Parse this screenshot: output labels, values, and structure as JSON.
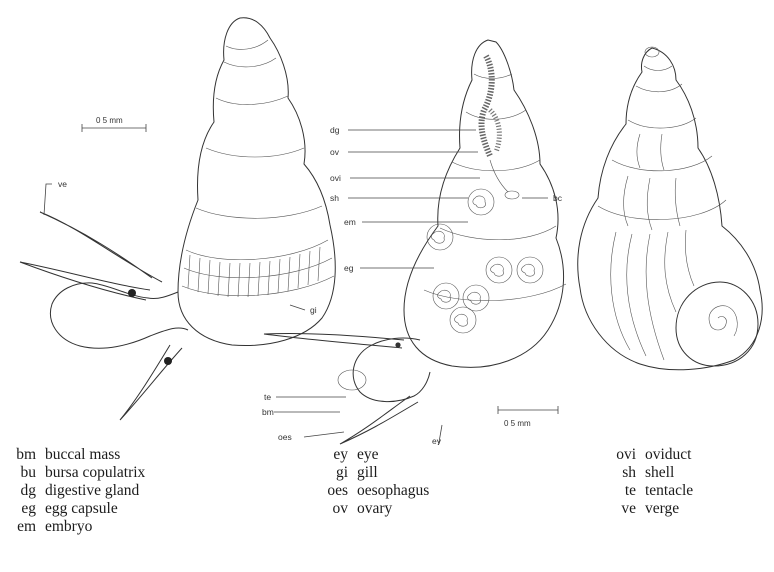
{
  "scale_bars": {
    "left": "0 5 mm",
    "middle": "0 5 mm"
  },
  "labels": {
    "ve": "ve",
    "gi": "gi",
    "dg": "dg",
    "ov": "ov",
    "ovi": "ovi",
    "sh": "sh",
    "em": "em",
    "eg": "eg",
    "bc": "bc",
    "te": "te",
    "bm": "bm",
    "oes": "oes",
    "ey": "ey"
  },
  "legend": {
    "col1": [
      {
        "abbr": "bm",
        "term": "buccal mass"
      },
      {
        "abbr": "bu",
        "term": "bursa copulatrix"
      },
      {
        "abbr": "dg",
        "term": "digestive gland"
      },
      {
        "abbr": "eg",
        "term": "egg capsule"
      },
      {
        "abbr": "em",
        "term": "embryo"
      }
    ],
    "col2": [
      {
        "abbr": "ey",
        "term": "eye"
      },
      {
        "abbr": "gi",
        "term": "gill"
      },
      {
        "abbr": "oes",
        "term": "oesophagus"
      },
      {
        "abbr": "ov",
        "term": "ovary"
      }
    ],
    "col3": [
      {
        "abbr": "ovi",
        "term": "oviduct"
      },
      {
        "abbr": "sh",
        "term": "shell"
      },
      {
        "abbr": "te",
        "term": "tentacle"
      },
      {
        "abbr": "ve",
        "term": "verge"
      }
    ]
  }
}
